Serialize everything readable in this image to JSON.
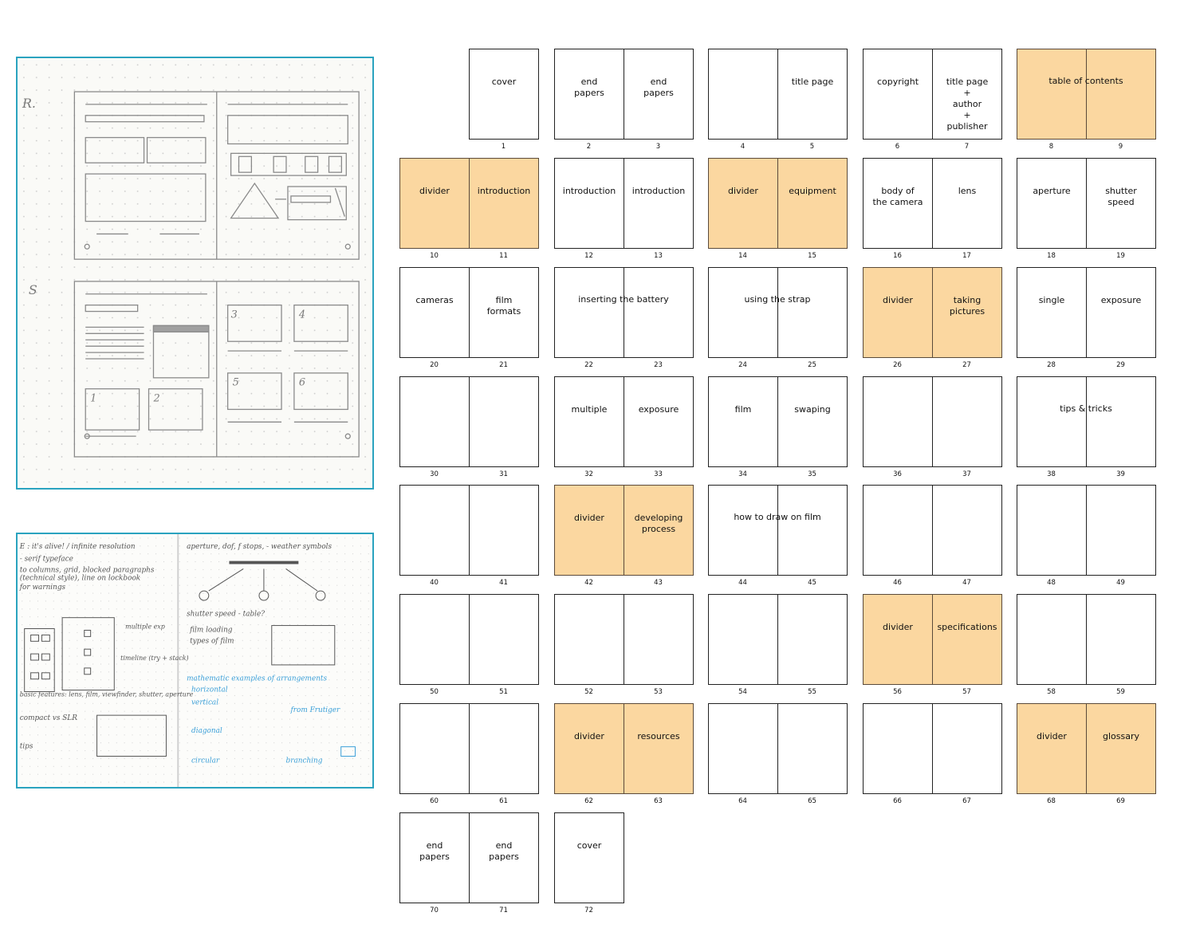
{
  "sketches": {
    "top_labels": [
      "R.",
      "S"
    ],
    "top_numbers": [
      "1",
      "2",
      "3",
      "4",
      "5",
      "6"
    ],
    "bottom_notes": [
      "E : it's alive! / infinite resolution",
      "- serif typeface",
      "to columns, grid, blocked paragraphs",
      "(technical style), line on lockbook",
      "for warnings",
      "aperture, dof, f stops, - weather symbols",
      "shutter speed - table?",
      "film loading",
      "types of film",
      "mathematic examples of arrangements",
      "horizontal",
      "vertical",
      "from Frutiger",
      "diagonal",
      "circular",
      "branching",
      "compact vs SLR",
      "basic features: lens, film, viewfinder, shutter, aperture",
      "multiple exp",
      "timeline (try + stack)",
      "tips"
    ]
  },
  "colors": {
    "highlight": "#fbd7a0",
    "frame": "#2aa3bf"
  },
  "spreads": [
    {
      "pages": [
        {
          "n": "1",
          "label": "cover",
          "hl": false
        }
      ],
      "side": "right"
    },
    {
      "pages": [
        {
          "n": "2",
          "label": "end\npapers",
          "hl": false
        },
        {
          "n": "3",
          "label": "end\npapers",
          "hl": false
        }
      ]
    },
    {
      "pages": [
        {
          "n": "4",
          "label": "",
          "hl": false
        },
        {
          "n": "5",
          "label": "title page",
          "hl": false
        }
      ]
    },
    {
      "pages": [
        {
          "n": "6",
          "label": "copyright",
          "hl": false
        },
        {
          "n": "7",
          "label": "title page\n+\nauthor\n+\npublisher",
          "hl": false
        }
      ]
    },
    {
      "pages": [
        {
          "n": "8",
          "label": "",
          "hl": true
        },
        {
          "n": "9",
          "label": "",
          "hl": true
        }
      ],
      "spread_label": "table of contents"
    },
    {
      "pages": [
        {
          "n": "10",
          "label": "divider",
          "hl": true
        },
        {
          "n": "11",
          "label": "introduction",
          "hl": true
        }
      ]
    },
    {
      "pages": [
        {
          "n": "12",
          "label": "introduction",
          "hl": false
        },
        {
          "n": "13",
          "label": "introduction",
          "hl": false
        }
      ]
    },
    {
      "pages": [
        {
          "n": "14",
          "label": "divider",
          "hl": true
        },
        {
          "n": "15",
          "label": "equipment",
          "hl": true
        }
      ]
    },
    {
      "pages": [
        {
          "n": "16",
          "label": "body of\nthe camera",
          "hl": false
        },
        {
          "n": "17",
          "label": "lens",
          "hl": false
        }
      ]
    },
    {
      "pages": [
        {
          "n": "18",
          "label": "aperture",
          "hl": false
        },
        {
          "n": "19",
          "label": "shutter\nspeed",
          "hl": false
        }
      ]
    },
    {
      "pages": [
        {
          "n": "20",
          "label": "cameras",
          "hl": false
        },
        {
          "n": "21",
          "label": "film\nformats",
          "hl": false
        }
      ]
    },
    {
      "pages": [
        {
          "n": "22",
          "label": "",
          "hl": false
        },
        {
          "n": "23",
          "label": "",
          "hl": false
        }
      ],
      "spread_label": "inserting the battery"
    },
    {
      "pages": [
        {
          "n": "24",
          "label": "",
          "hl": false
        },
        {
          "n": "25",
          "label": "",
          "hl": false
        }
      ],
      "spread_label": "using the strap"
    },
    {
      "pages": [
        {
          "n": "26",
          "label": "divider",
          "hl": true
        },
        {
          "n": "27",
          "label": "taking\npictures",
          "hl": true
        }
      ]
    },
    {
      "pages": [
        {
          "n": "28",
          "label": "single",
          "hl": false
        },
        {
          "n": "29",
          "label": "exposure",
          "hl": false
        }
      ]
    },
    {
      "pages": [
        {
          "n": "30",
          "label": "",
          "hl": false
        },
        {
          "n": "31",
          "label": "",
          "hl": false
        }
      ]
    },
    {
      "pages": [
        {
          "n": "32",
          "label": "multiple",
          "hl": false
        },
        {
          "n": "33",
          "label": "exposure",
          "hl": false
        }
      ]
    },
    {
      "pages": [
        {
          "n": "34",
          "label": "film",
          "hl": false
        },
        {
          "n": "35",
          "label": "swaping",
          "hl": false
        }
      ]
    },
    {
      "pages": [
        {
          "n": "36",
          "label": "",
          "hl": false
        },
        {
          "n": "37",
          "label": "",
          "hl": false
        }
      ]
    },
    {
      "pages": [
        {
          "n": "38",
          "label": "",
          "hl": false
        },
        {
          "n": "39",
          "label": "",
          "hl": false
        }
      ],
      "spread_label": "tips & tricks"
    },
    {
      "pages": [
        {
          "n": "40",
          "label": "",
          "hl": false
        },
        {
          "n": "41",
          "label": "",
          "hl": false
        }
      ]
    },
    {
      "pages": [
        {
          "n": "42",
          "label": "divider",
          "hl": true
        },
        {
          "n": "43",
          "label": "developing\nprocess",
          "hl": true
        }
      ]
    },
    {
      "pages": [
        {
          "n": "44",
          "label": "",
          "hl": false
        },
        {
          "n": "45",
          "label": "",
          "hl": false
        }
      ],
      "spread_label": "how to draw on film"
    },
    {
      "pages": [
        {
          "n": "46",
          "label": "",
          "hl": false
        },
        {
          "n": "47",
          "label": "",
          "hl": false
        }
      ]
    },
    {
      "pages": [
        {
          "n": "48",
          "label": "",
          "hl": false
        },
        {
          "n": "49",
          "label": "",
          "hl": false
        }
      ]
    },
    {
      "pages": [
        {
          "n": "50",
          "label": "",
          "hl": false
        },
        {
          "n": "51",
          "label": "",
          "hl": false
        }
      ]
    },
    {
      "pages": [
        {
          "n": "52",
          "label": "",
          "hl": false
        },
        {
          "n": "53",
          "label": "",
          "hl": false
        }
      ]
    },
    {
      "pages": [
        {
          "n": "54",
          "label": "",
          "hl": false
        },
        {
          "n": "55",
          "label": "",
          "hl": false
        }
      ]
    },
    {
      "pages": [
        {
          "n": "56",
          "label": "divider",
          "hl": true
        },
        {
          "n": "57",
          "label": "specifications",
          "hl": true
        }
      ]
    },
    {
      "pages": [
        {
          "n": "58",
          "label": "",
          "hl": false
        },
        {
          "n": "59",
          "label": "",
          "hl": false
        }
      ]
    },
    {
      "pages": [
        {
          "n": "60",
          "label": "",
          "hl": false
        },
        {
          "n": "61",
          "label": "",
          "hl": false
        }
      ]
    },
    {
      "pages": [
        {
          "n": "62",
          "label": "divider",
          "hl": true
        },
        {
          "n": "63",
          "label": "resources",
          "hl": true
        }
      ]
    },
    {
      "pages": [
        {
          "n": "64",
          "label": "",
          "hl": false
        },
        {
          "n": "65",
          "label": "",
          "hl": false
        }
      ]
    },
    {
      "pages": [
        {
          "n": "66",
          "label": "",
          "hl": false
        },
        {
          "n": "67",
          "label": "",
          "hl": false
        }
      ]
    },
    {
      "pages": [
        {
          "n": "68",
          "label": "divider",
          "hl": true
        },
        {
          "n": "69",
          "label": "glossary",
          "hl": true
        }
      ]
    },
    {
      "pages": [
        {
          "n": "70",
          "label": "end\npapers",
          "hl": false
        },
        {
          "n": "71",
          "label": "end\npapers",
          "hl": false
        }
      ]
    },
    {
      "pages": [
        {
          "n": "72",
          "label": "cover",
          "hl": false
        }
      ],
      "side": "left"
    }
  ]
}
